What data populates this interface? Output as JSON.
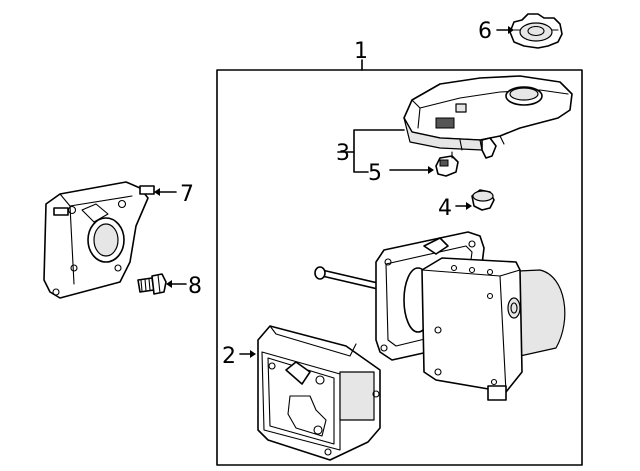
{
  "diagram": {
    "callouts": [
      {
        "id": "1",
        "label": "1"
      },
      {
        "id": "2",
        "label": "2"
      },
      {
        "id": "3",
        "label": "3"
      },
      {
        "id": "4",
        "label": "4"
      },
      {
        "id": "5",
        "label": "5"
      },
      {
        "id": "6",
        "label": "6"
      },
      {
        "id": "7",
        "label": "7"
      },
      {
        "id": "8",
        "label": "8"
      }
    ],
    "parts": [
      "assembly-box",
      "control-module",
      "fluid-reservoir",
      "reservoir-grommet",
      "fluid-level-sensor",
      "reservoir-cap",
      "mounting-bracket",
      "bracket-bolt",
      "brake-booster-unit"
    ]
  }
}
